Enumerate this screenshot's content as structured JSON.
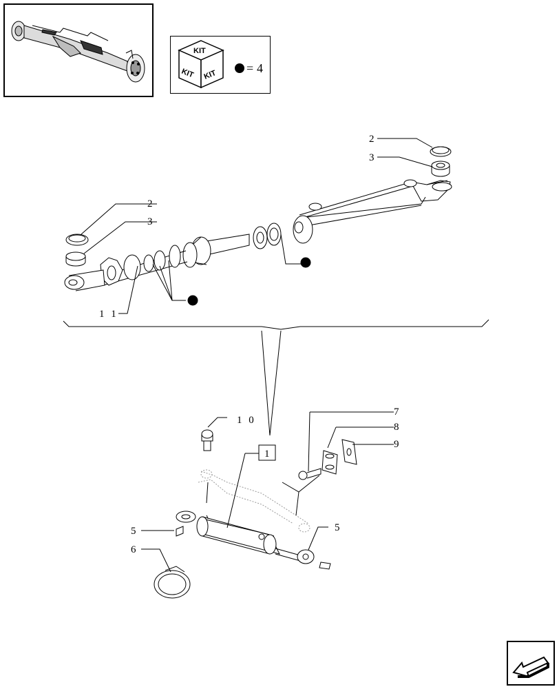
{
  "kit_legend": {
    "kit_labels": [
      "KIT",
      "KIT",
      "KIT"
    ],
    "equals": "=",
    "kit_number": "4"
  },
  "callouts": {
    "top_right_2": "2",
    "top_right_3": "3",
    "left_2": "2",
    "left_3": "3",
    "left_11": "1 1",
    "ref_10": "1 0",
    "ref_1": "1",
    "ref_7": "7",
    "ref_8": "8",
    "ref_9": "9",
    "ref_5_left": "5",
    "ref_6": "6",
    "ref_5_right": "5"
  },
  "icons": [
    "axle-thumbnail",
    "kit-cube-icon",
    "kit-dot-icon",
    "nav-arrow-icon"
  ],
  "colors": {
    "line": "#000000",
    "background": "#ffffff"
  }
}
